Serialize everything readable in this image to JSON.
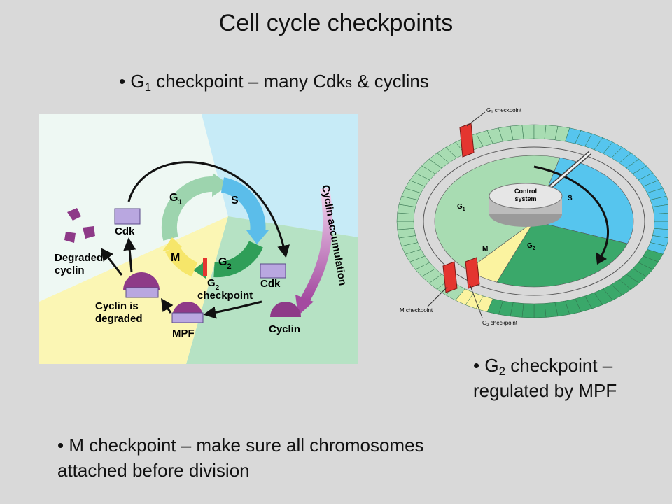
{
  "title": "Cell cycle checkpoints",
  "bullets": {
    "g1": {
      "prefix": "• G",
      "sub": "1",
      "mid": " checkpoint – many Cdk",
      "small": "s",
      "suffix": " & cyclins"
    },
    "g2": {
      "prefix": "• G",
      "sub": "2",
      "line1": " checkpoint –",
      "line2": "regulated by MPF"
    },
    "m": {
      "line1": "• M checkpoint – make sure all chromosomes",
      "line2": "attached before division"
    }
  },
  "left_figure": {
    "phases": {
      "g1": "G",
      "g1_sub": "1",
      "s": "S",
      "g2": "G",
      "g2_sub": "2",
      "m": "M"
    },
    "cdk_top": "Cdk",
    "degraded_cyclin": [
      "Degraded",
      "cyclin"
    ],
    "cyclin_is_degraded": [
      "Cyclin is",
      "degraded"
    ],
    "mpf": "MPF",
    "g2_checkpoint": [
      "G",
      "2",
      "checkpoint"
    ],
    "cdk_right": "Cdk",
    "cyclin": "Cyclin",
    "cyclin_accumulation": "Cyclin accumulation"
  },
  "right_figure": {
    "g1_checkpoint": "G",
    "g1_checkpoint_sub": "1",
    "g1_checkpoint_rest": " checkpoint",
    "control_system": [
      "Control",
      "system"
    ],
    "g1": "G",
    "g1_sub": "1",
    "s": "S",
    "m": "M",
    "g2": "G",
    "g2_sub": "2",
    "m_checkpoint": "M checkpoint",
    "g2_checkpoint": "G",
    "g2_checkpoint_sub": "2",
    "g2_checkpoint_rest": " checkpoint"
  },
  "colors": {
    "background": "#d9d9d9",
    "g1_green": "#a8dcb2",
    "s_blue": "#56c5ee",
    "g2_green": "#3aa86a",
    "m_yellow": "#fbf3a0",
    "checkpoint_red": "#e4352f",
    "cyclin_purple": "#8e3a88",
    "cdk_lavender": "#b9a7e0"
  }
}
